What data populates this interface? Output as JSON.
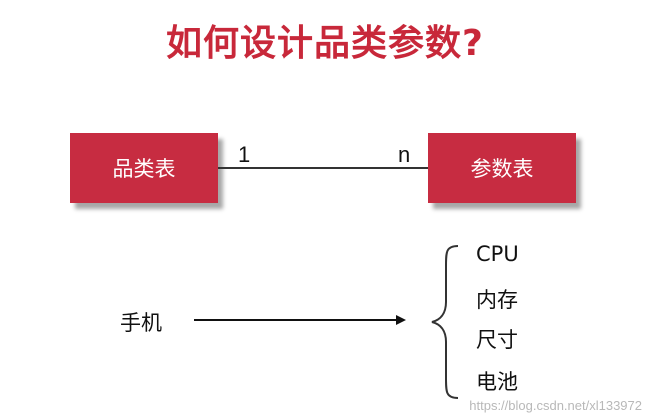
{
  "title": "如何设计品类参数?",
  "entities": {
    "left": "品类表",
    "right": "参数表"
  },
  "relationship": {
    "left_cardinality": "1",
    "right_cardinality": "n"
  },
  "example": {
    "subject": "手机",
    "params": [
      "CPU",
      "内存",
      "尺寸",
      "电池"
    ]
  },
  "watermark": "https://blog.csdn.net/xl133972",
  "colors": {
    "accent": "#c72c41",
    "title": "#c8283a"
  }
}
